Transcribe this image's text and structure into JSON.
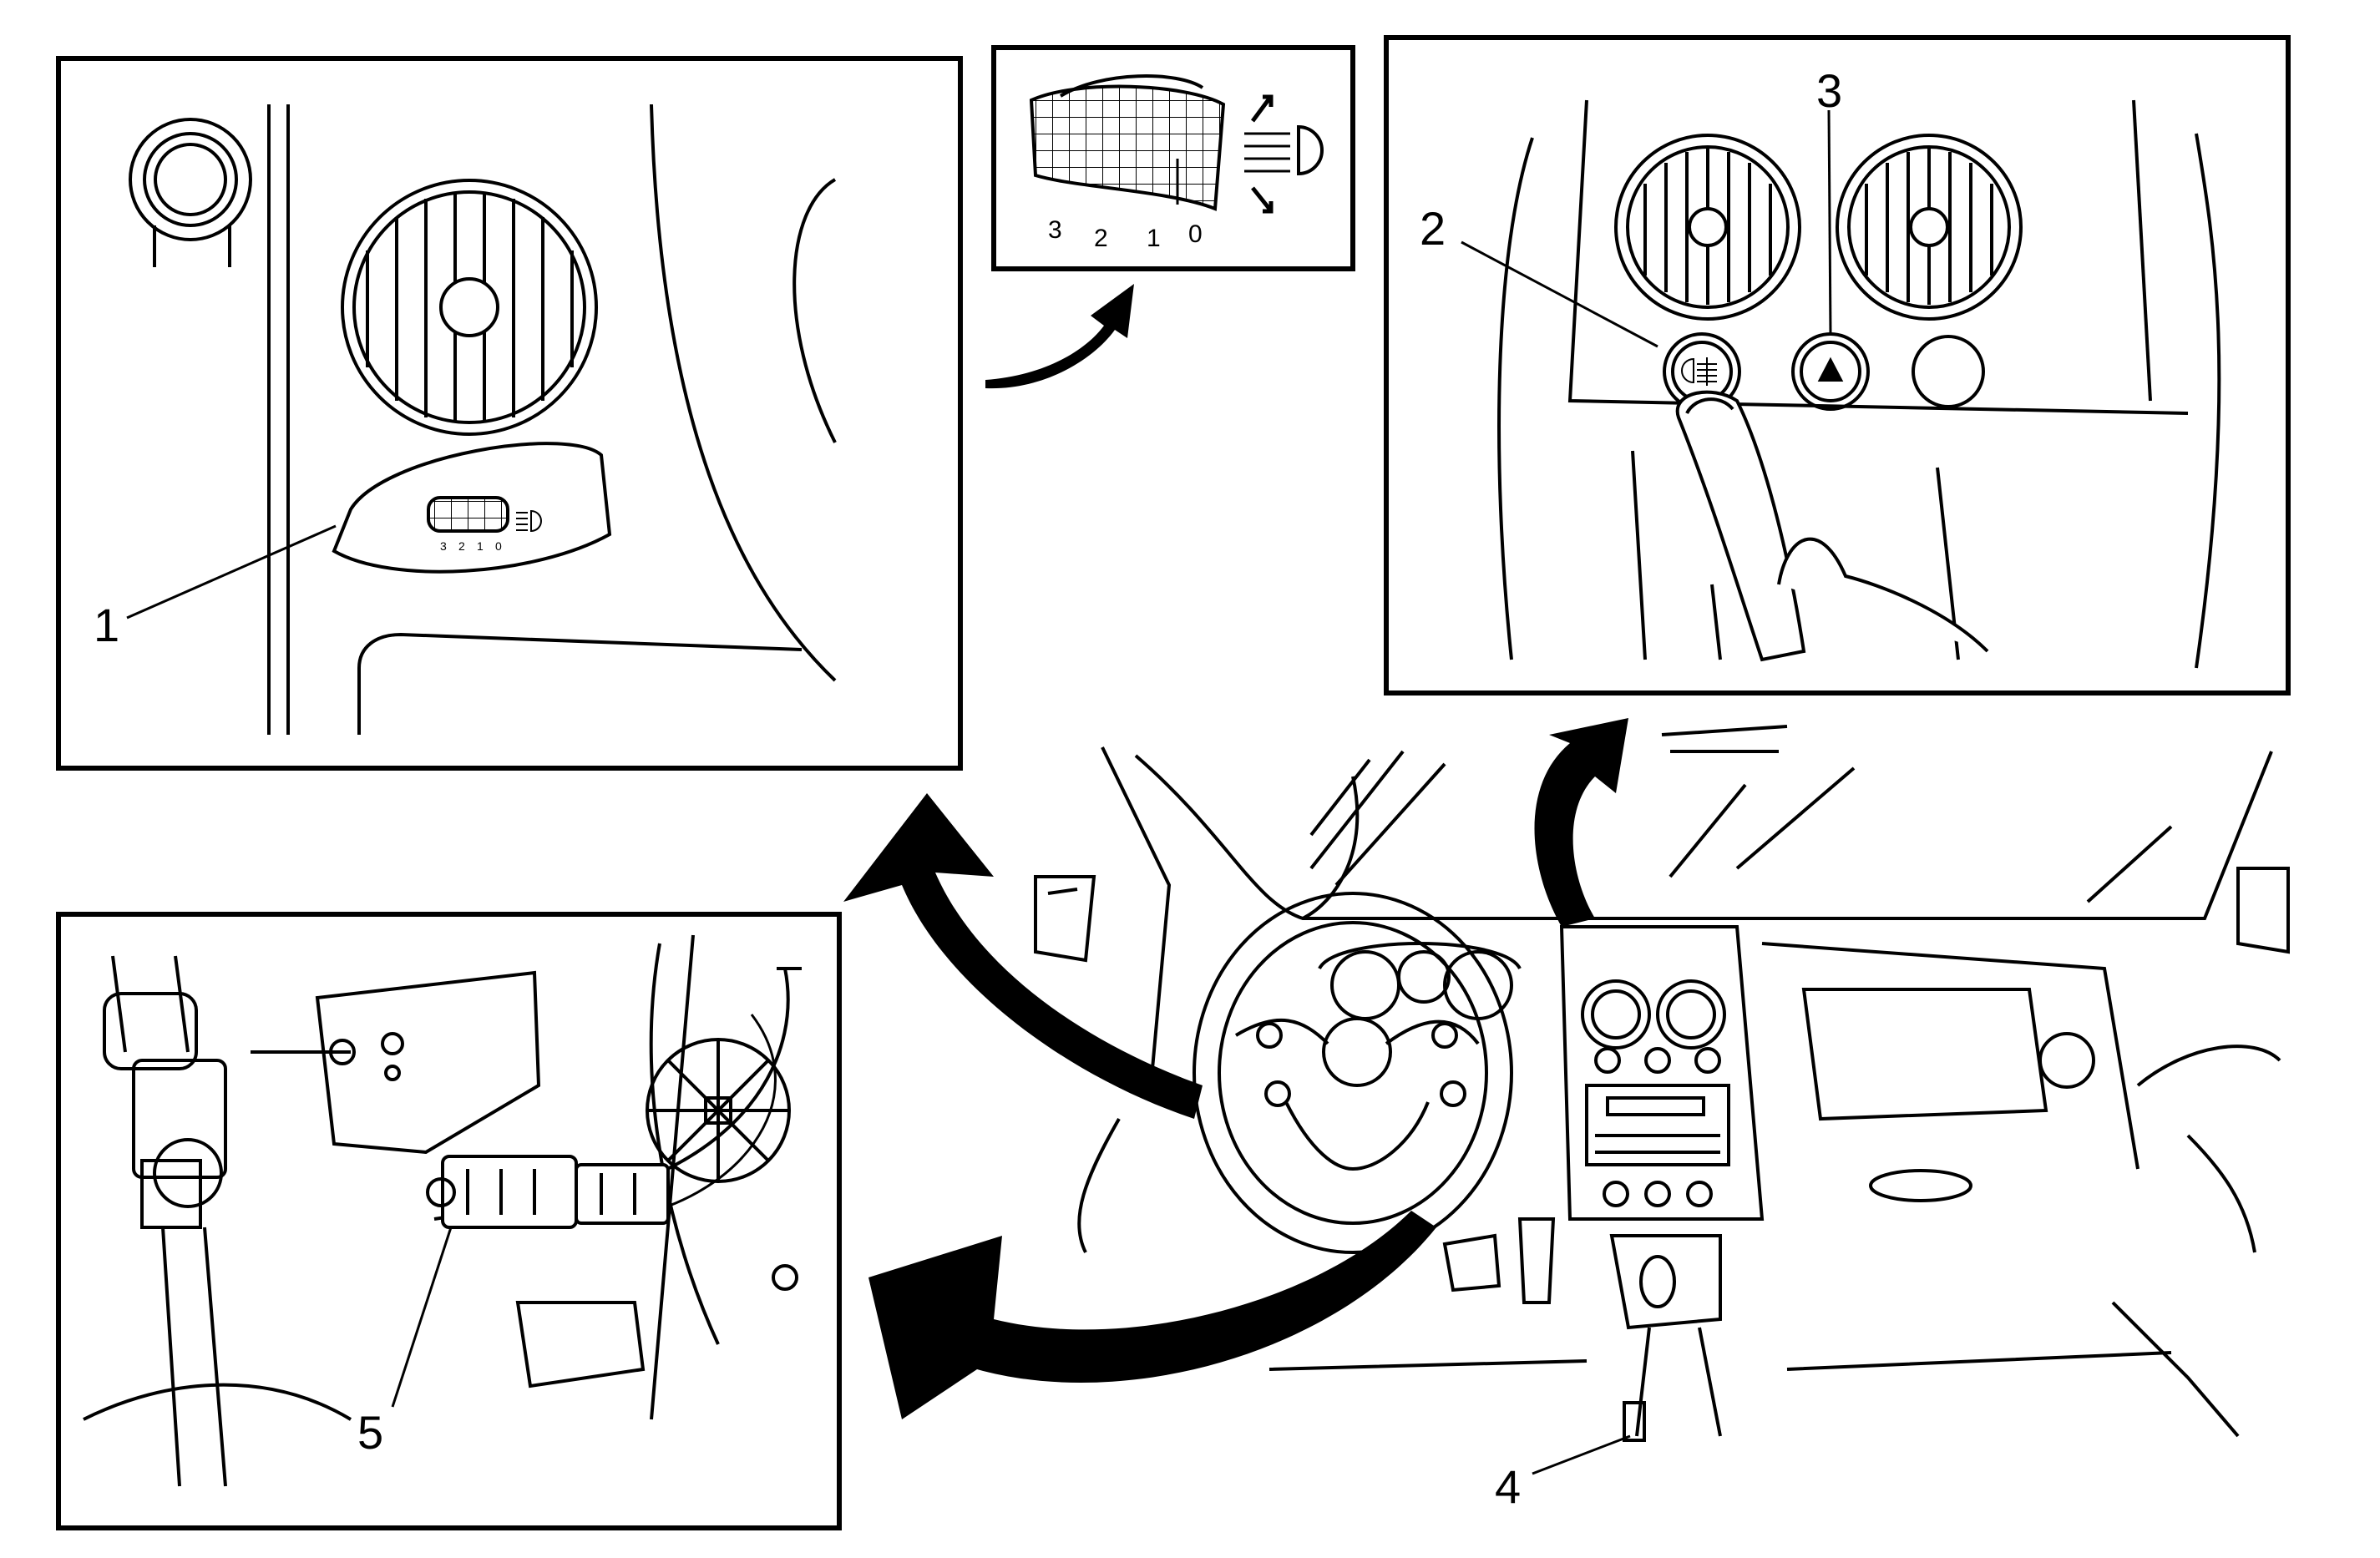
{
  "callouts": {
    "c1": "1",
    "c2": "2",
    "c3": "3",
    "c4": "4",
    "c5": "5"
  },
  "dial_scale": {
    "labels": [
      "3",
      "2",
      "1",
      "0"
    ]
  },
  "icons": {
    "headlamp_leveling": "headlamp-leveling-icon",
    "rear_fog": "rear-fog-lamp-icon",
    "hazard": "hazard-triangle-icon",
    "arrow": "pointer-arrow-icon"
  },
  "colors": {
    "line": "#000000",
    "background": "#ffffff"
  }
}
